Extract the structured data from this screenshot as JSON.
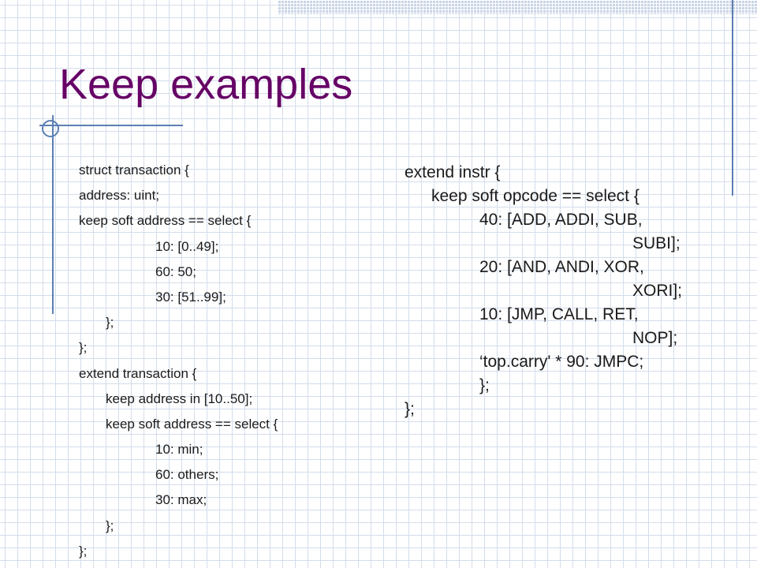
{
  "slide": {
    "title": "Keep examples",
    "left_code": [
      {
        "text": "struct transaction {",
        "indent": 0
      },
      {
        "text": "address: uint;",
        "indent": 0
      },
      {
        "text": "keep soft address == select {",
        "indent": 0
      },
      {
        "text": "10: [0..49];",
        "indent": 2
      },
      {
        "text": "60: 50;",
        "indent": 2
      },
      {
        "text": "30: [51..99];",
        "indent": 2
      },
      {
        "text": "};",
        "indent": 1
      },
      {
        "text": "};",
        "indent": 0
      },
      {
        "text": "extend transaction {",
        "indent": 0
      },
      {
        "text": "keep address in [10..50];",
        "indent": 1
      },
      {
        "text": "keep soft address == select {",
        "indent": 1
      },
      {
        "text": "10: min;",
        "indent": 2
      },
      {
        "text": "60: others;",
        "indent": 2
      },
      {
        "text": "30: max;",
        "indent": 2
      },
      {
        "text": "};",
        "indent": 1
      },
      {
        "text": "};",
        "indent": 0
      }
    ],
    "right_code": [
      {
        "text": "extend instr {",
        "indent": 0
      },
      {
        "text": "keep soft opcode == select {",
        "indent": 1
      },
      {
        "text": "40: [ADD, ADDI, SUB,",
        "indent": 2
      },
      {
        "text": "SUBI];",
        "indent": 3
      },
      {
        "text": "20: [AND, ANDI, XOR,",
        "indent": 2
      },
      {
        "text": "XORI];",
        "indent": 3
      },
      {
        "text": "10: [JMP, CALL, RET,",
        "indent": 2
      },
      {
        "text": "NOP];",
        "indent": 3
      },
      {
        "text": "‘top.carry' * 90: JMPC;",
        "indent": 2
      },
      {
        "text": "};",
        "indent": 2
      },
      {
        "text": "};",
        "indent": 0
      }
    ]
  }
}
